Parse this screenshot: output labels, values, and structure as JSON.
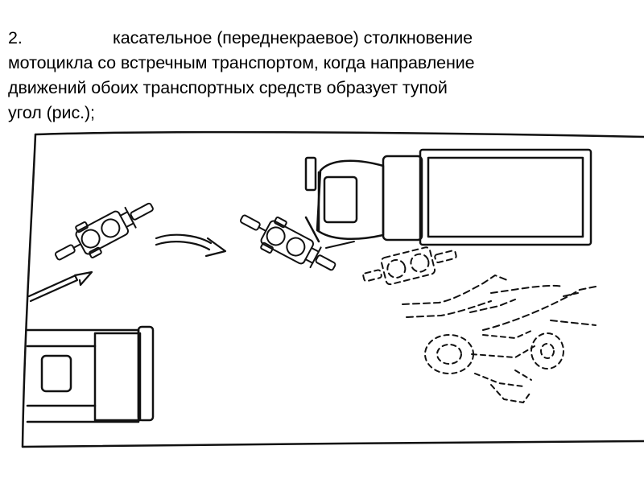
{
  "slide": {
    "number": "2.",
    "line1": "касательное (переднекраевое) столкновение",
    "line2": "мотоцикла со встречным транспортом, когда направление",
    "line3": "движений обоих транспортных средств образует тупой",
    "line4": "угол (рис.);"
  },
  "illustration": {
    "ink_color": "#111111",
    "paper_color": "#ffffff"
  }
}
